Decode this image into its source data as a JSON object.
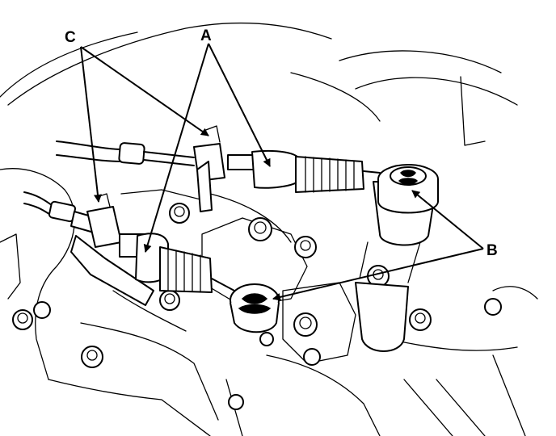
{
  "callouts": {
    "a": "A",
    "b": "B",
    "c": "C"
  },
  "colors": {
    "ink": "#000000",
    "paper": "#ffffff"
  }
}
